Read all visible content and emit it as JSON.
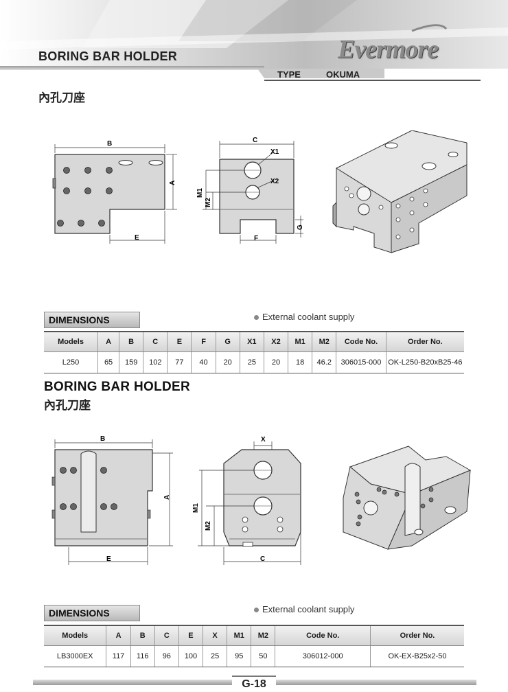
{
  "header": {
    "title": "BORING BAR HOLDER",
    "subtitle_cn": "內孔刀座",
    "logo": "Evermore",
    "type_label": "TYPE",
    "type_value": "OKUMA"
  },
  "section1": {
    "dims": {
      "B": "B",
      "A": "A",
      "E": "E",
      "C": "C",
      "X1": "X1",
      "X2": "X2",
      "M1": "M1",
      "M2": "M2",
      "F": "F",
      "G": "G"
    },
    "dimensions_tab": "DIMENSIONS",
    "note": "External coolant supply",
    "columns": [
      "Models",
      "A",
      "B",
      "C",
      "E",
      "F",
      "G",
      "X1",
      "X2",
      "M1",
      "M2",
      "Code No.",
      "Order No."
    ],
    "rows": [
      [
        "L250",
        "65",
        "159",
        "102",
        "77",
        "40",
        "20",
        "25",
        "20",
        "18",
        "46.2",
        "306015-000",
        "OK-L250-B20xB25-46"
      ]
    ]
  },
  "section2": {
    "title": "BORING BAR HOLDER",
    "subtitle_cn": "內孔刀座",
    "dims": {
      "B": "B",
      "A": "A",
      "E": "E",
      "X": "X",
      "M1": "M1",
      "M2": "M2",
      "C": "C"
    },
    "dimensions_tab": "DIMENSIONS",
    "note": "External coolant supply",
    "columns": [
      "Models",
      "A",
      "B",
      "C",
      "E",
      "X",
      "M1",
      "M2",
      "Code No.",
      "Order No."
    ],
    "rows": [
      [
        "LB3000EX",
        "117",
        "116",
        "96",
        "100",
        "25",
        "95",
        "50",
        "306012-000",
        "OK-EX-B25x2-50"
      ]
    ]
  },
  "footer": {
    "page": "G-18"
  }
}
